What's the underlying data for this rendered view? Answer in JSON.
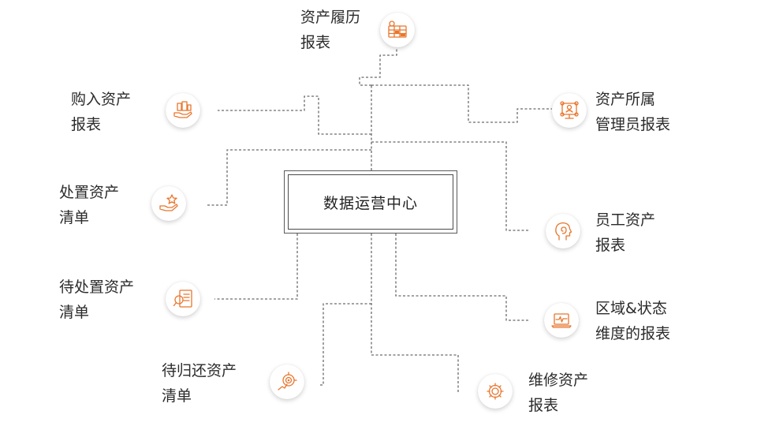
{
  "center": {
    "label": "数据运营中心"
  },
  "nodes": [
    {
      "id": "history",
      "line1": "资产履历",
      "line2": "报表",
      "icon": "calendar-grid-icon"
    },
    {
      "id": "purchase",
      "line1": "购入资产",
      "line2": "报表",
      "icon": "hand-buildings-icon"
    },
    {
      "id": "disposal",
      "line1": "处置资产",
      "line2": "清单",
      "icon": "hand-star-icon"
    },
    {
      "id": "pending",
      "line1": "待处置资产",
      "line2": "清单",
      "icon": "document-search-icon"
    },
    {
      "id": "return",
      "line1": "待归还资产",
      "line2": "清单",
      "icon": "target-growth-icon"
    },
    {
      "id": "manager",
      "line1": "资产所属",
      "line2": "管理员报表",
      "icon": "user-network-icon"
    },
    {
      "id": "employee",
      "line1": "员工资产",
      "line2": "报表",
      "icon": "head-spiral-icon"
    },
    {
      "id": "region",
      "line1": "区域&状态",
      "line2": "维度的报表",
      "icon": "laptop-pulse-icon"
    },
    {
      "id": "repair",
      "line1": "维修资产",
      "line2": "报表",
      "icon": "gear-wrench-icon"
    }
  ]
}
